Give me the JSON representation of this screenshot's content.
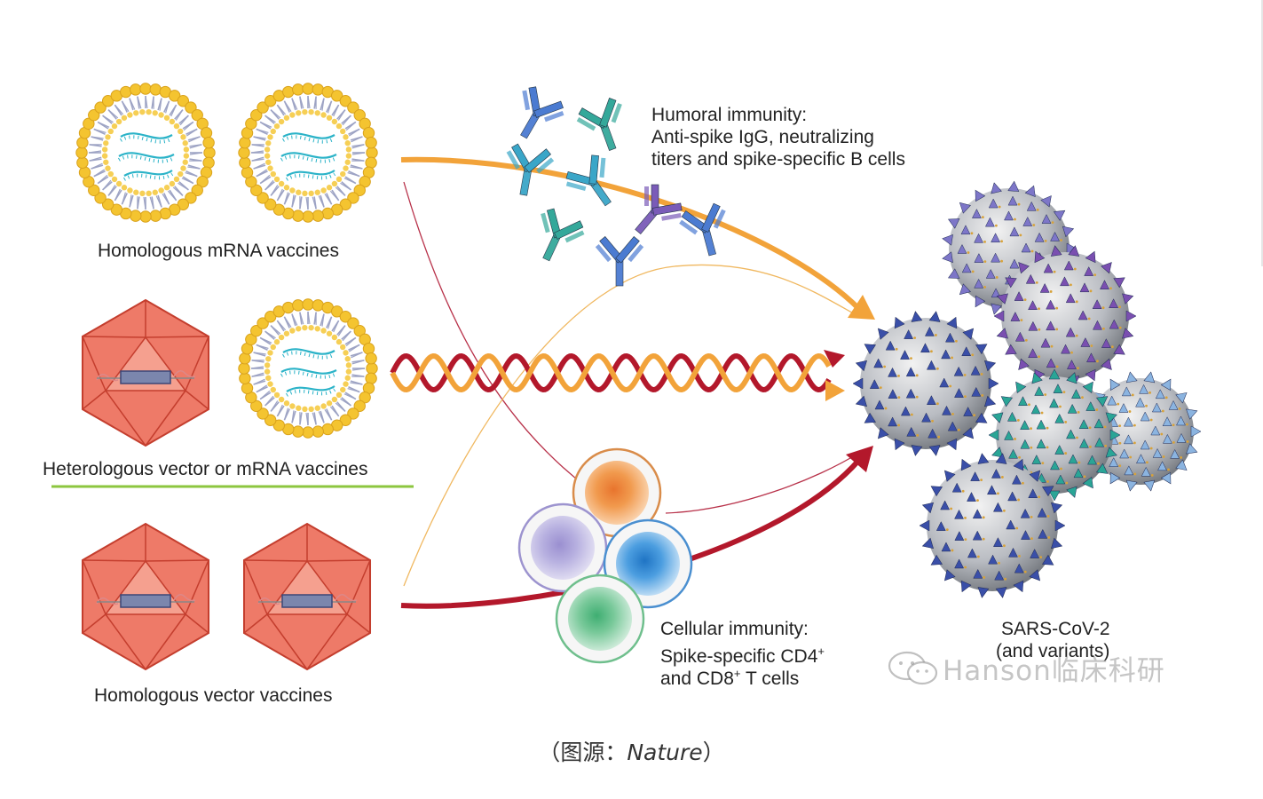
{
  "labels": {
    "homologous_mrna": "Homologous mRNA vaccines",
    "heterologous": "Heterologous vector or mRNA vaccines",
    "homologous_vector": "Homologous vector vaccines",
    "humoral_1": "Humoral immunity:",
    "humoral_2": "Anti-spike IgG, neutralizing",
    "humoral_3": "titers and spike-specific B cells",
    "cellular_1": "Cellular immunity:",
    "cellular_2a": "Spike-specific CD4",
    "cellular_2sup": "+",
    "cellular_3a": "and CD8",
    "cellular_3sup": "+",
    "cellular_3b": " T cells",
    "virus_1": "SARS-CoV-2",
    "virus_2": "(and variants)"
  },
  "caption": {
    "open": "（图源：",
    "source": "Nature",
    "close": "）"
  },
  "watermark": "Hanson临床科研",
  "colors": {
    "orange_arrow": "#f2a33a",
    "red_arrow": "#b3182b",
    "green_divider": "#8cc63f",
    "lipid_head": "#f4c430",
    "capsid": "#e8695a"
  }
}
